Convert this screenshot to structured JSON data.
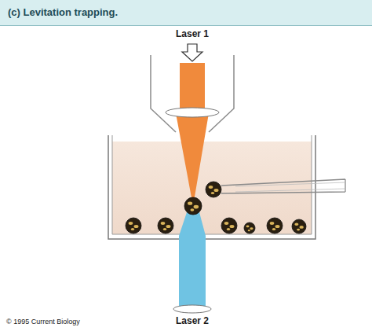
{
  "diagram": {
    "title": "(c) Levitation trapping.",
    "labels": [
      "Laser 1",
      "Laser 2",
      "© 1995 Current Biology"
    ]
  }
}
